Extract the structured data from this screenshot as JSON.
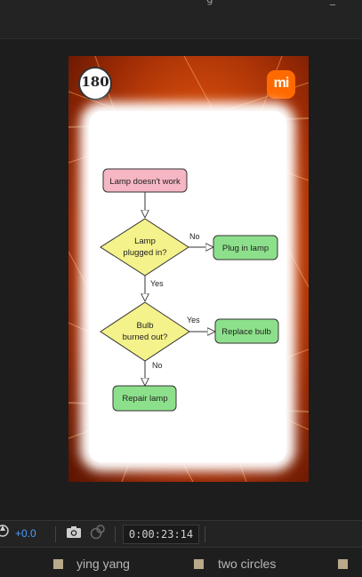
{
  "top_bar": {
    "text": "g",
    "minimize": "_"
  },
  "preview": {
    "logo_left": "180",
    "logo_right": "mi",
    "flowchart": {
      "start": "Lamp doesn't work",
      "decision1_line1": "Lamp",
      "decision1_line2": "plugged in?",
      "decision1_no": "No",
      "decision1_yes": "Yes",
      "action1": "Plug in lamp",
      "decision2_line1": "Bulb",
      "decision2_line2": "burned out?",
      "decision2_yes": "Yes",
      "decision2_no": "No",
      "action2": "Replace bulb",
      "action3": "Repair lamp"
    }
  },
  "controls": {
    "exposure_icon": "exposure-icon",
    "exposure_value": "+0.0",
    "camera_icon": "camera-icon",
    "snapshot_icon": "snapshot-icon",
    "timecode": "0:00:23:14"
  },
  "layers": [
    {
      "name": "ying yang",
      "color": "#b8a98a"
    },
    {
      "name": "two circles",
      "color": "#b8a98a"
    },
    {
      "name": "",
      "color": "#b8a98a"
    }
  ]
}
